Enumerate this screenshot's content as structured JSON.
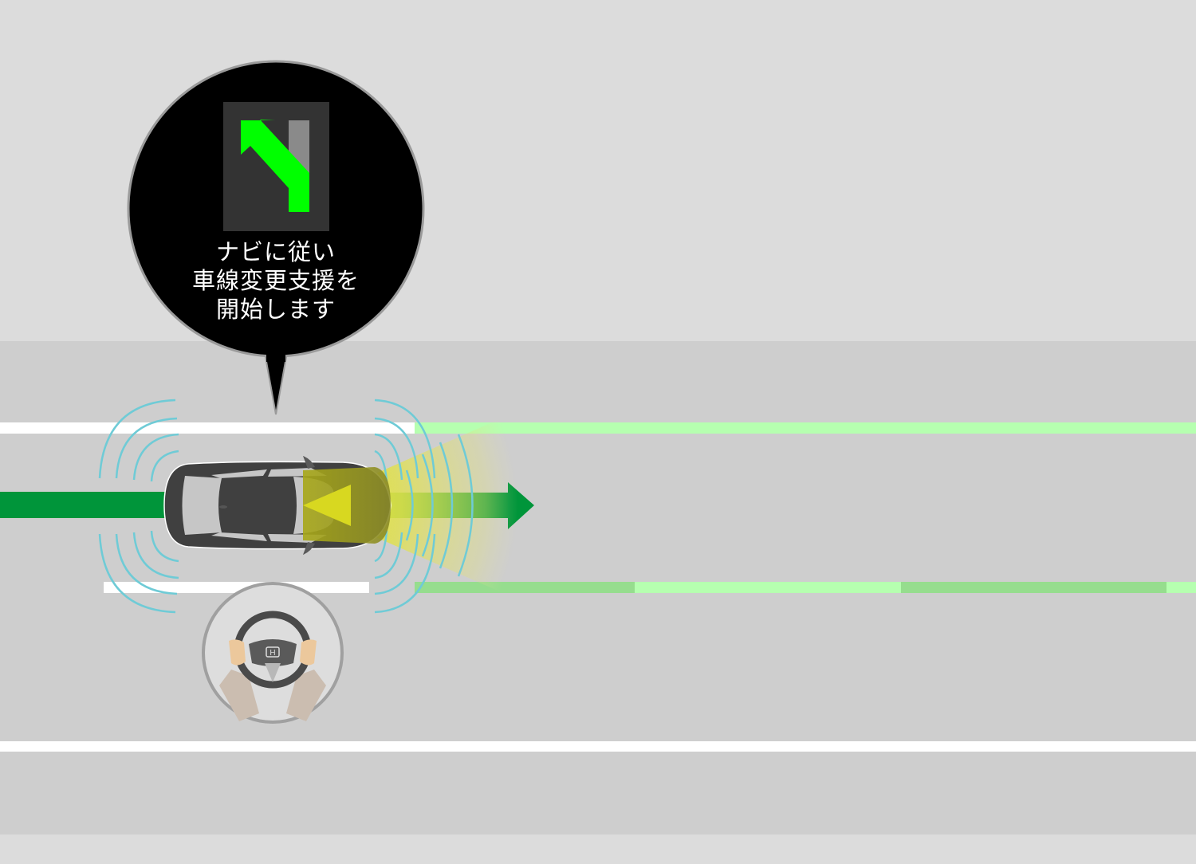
{
  "scene": {
    "title": "Navigation-linked lane change assist",
    "colors": {
      "background": "#dcdcdc",
      "road": "#cecece",
      "lane_line_white": "#ffffff",
      "lane_line_green_light": "#b6ffb0",
      "lane_line_green_dark": "#96dd8e",
      "path_green": "#00953a",
      "sensor_wave": "#6fcbd6",
      "camera_cone": "#e0e040",
      "car_body": "#404040",
      "car_glass": "#c6c6c6",
      "bubble_bg": "#000000",
      "bubble_border": "#9a9a9a",
      "nav_panel": "#333333",
      "nav_arrow": "#00ff00",
      "nav_lane_bar": "#8a8a8a"
    }
  },
  "callout": {
    "icon": "lane-change-left-arrow-icon",
    "message_lines": [
      "ナビに従い",
      "車線変更支援を",
      "開始します"
    ]
  },
  "road": {
    "lanes": [
      "left-lane",
      "current-lane",
      "right-lane"
    ],
    "direction": "right"
  },
  "vehicle": {
    "icon": "car-top-view-icon",
    "sensors": [
      "front-radar-waves",
      "rear-radar-waves",
      "front-camera-cone"
    ]
  },
  "driver_status": {
    "icon": "hands-on-steering-wheel-icon",
    "emblem": "H"
  }
}
